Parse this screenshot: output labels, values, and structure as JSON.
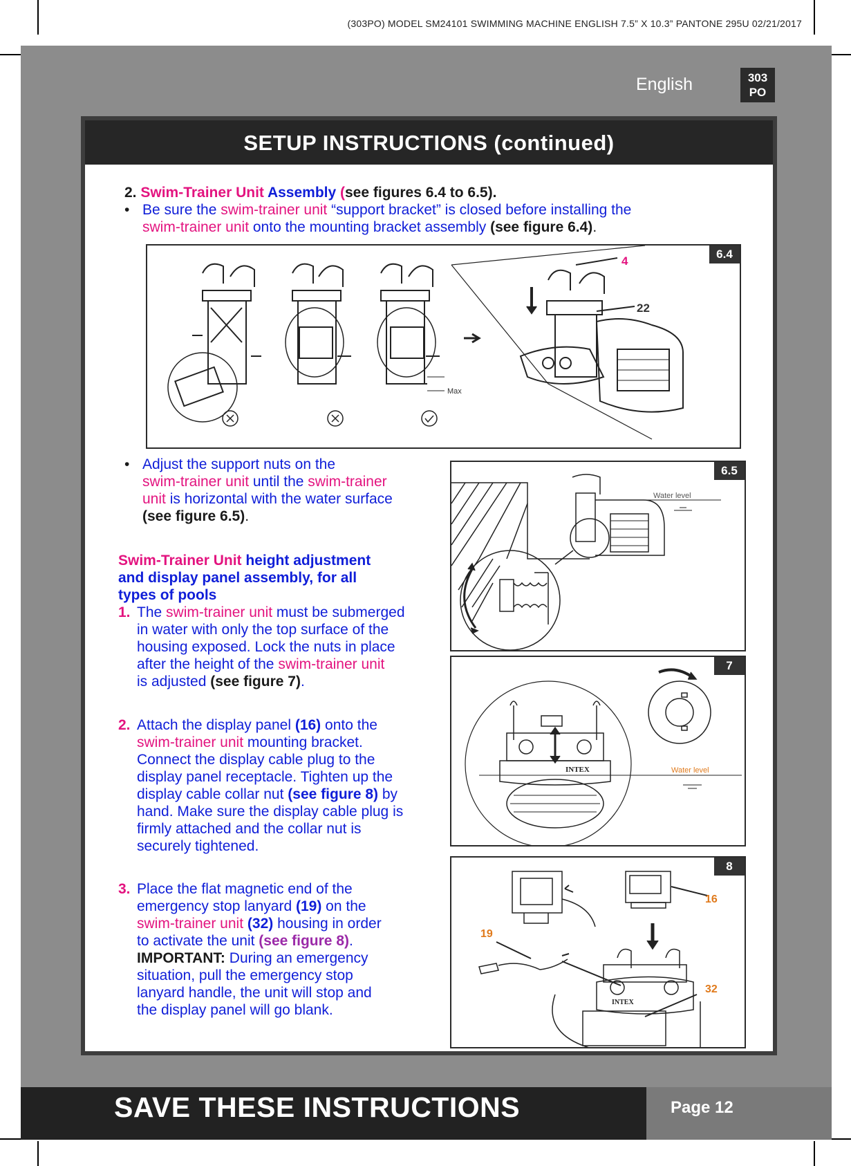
{
  "print_header": "(303PO)  MODEL SM24101 SWIMMING MACHINE  ENGLISH  7.5” X 10.3”  PANTONE 295U  02/21/2017",
  "language": "English",
  "badge": {
    "line1": "303",
    "line2": "PO"
  },
  "section_title": "SETUP INSTRUCTIONS (continued)",
  "step2_heading": {
    "num": "2.",
    "pink": "Swim-Trainer Unit",
    "blue": " Assembly",
    "paren": " (",
    "ref": "see figures 6.4 to 6.5)."
  },
  "bullet1": {
    "a": "Be sure the ",
    "b": "swim-trainer unit",
    "c": " “support bracket” is closed before installing the",
    "d": "swim-trainer unit",
    "e": " onto the mounting bracket assembly ",
    "f": "(see figure 6.4)",
    "g": "."
  },
  "fig64": {
    "tag": "6.4",
    "label_4": "4",
    "label_22": "22",
    "max": "Max"
  },
  "bullet2": {
    "a": "Adjust the support nuts on the",
    "b": "swim-trainer unit",
    "c": " until the ",
    "d": "swim-trainer",
    "e": "unit",
    "f": " is horizontal with the water surface",
    "g": "(see figure 6.5)",
    "h": "."
  },
  "fig65": {
    "tag": "6.5",
    "water_level": "Water level"
  },
  "subheading": {
    "pink": "Swim-Trainer Unit",
    "l1": " height adjustment",
    "l2": "and display panel assembly, for all",
    "l3": "types of pools"
  },
  "item1": {
    "num": "1.",
    "a": "The ",
    "b": "swim-trainer unit",
    "c": " must be submerged",
    "l2": "in water with only the top surface of the",
    "l3": "housing exposed. Lock the nuts in place",
    "l4a": "after the height of the ",
    "l4b": "swim-trainer unit",
    "l5a": "is adjusted ",
    "l5b": "(see figure 7)",
    "l5c": "."
  },
  "fig7": {
    "tag": "7",
    "water_level": "Water level",
    "brand": "INTEX"
  },
  "item2": {
    "num": "2.",
    "l1a": "Attach the display panel ",
    "l1b": "(16)",
    "l1c": " onto the",
    "l2a": "swim-trainer unit",
    "l2b": " mounting bracket.",
    "l3": "Connect the display cable plug to the",
    "l4": "display panel receptacle. Tighten up the",
    "l5a": "display cable collar nut ",
    "l5b": "(see figure 8)",
    "l5c": " by",
    "l6": "hand. Make sure the display cable plug is",
    "l7": "firmly attached and the collar nut is",
    "l8": "securely tightened."
  },
  "fig8": {
    "tag": "8",
    "label_16": "16",
    "label_19": "19",
    "label_32": "32",
    "brand": "INTEX"
  },
  "item3": {
    "num": "3.",
    "l1": "Place the flat magnetic end of the",
    "l2a": "emergency stop lanyard ",
    "l2b": "(19)",
    "l2c": " on the",
    "l3a": "swim-trainer unit",
    "l3b": " ",
    "l3c": "(32)",
    "l3d": " housing in order",
    "l4a": "to activate the unit ",
    "l4b": "(see figure 8)",
    "l4c": ".",
    "l5a": "IMPORTANT:",
    "l5b": " During an emergency",
    "l6": "situation, pull the emergency stop",
    "l7": "lanyard handle, the unit will stop and",
    "l8": "the display panel will go blank."
  },
  "footer": {
    "save": "SAVE THESE INSTRUCTIONS",
    "page": "Page 12"
  }
}
